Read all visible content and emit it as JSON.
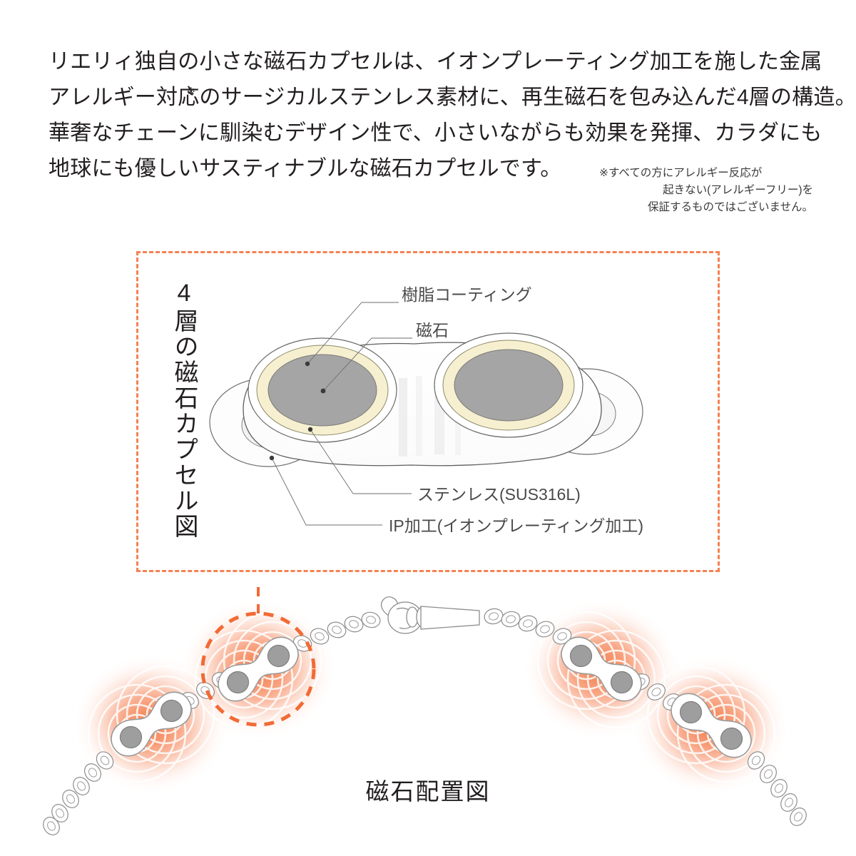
{
  "intro": {
    "lines": [
      "リエリィ独自の小さな磁石カプセルは、イオンプレーティング加工を施した金属",
      "アレルギー対応のサージカルステンレス素材に、再生磁石を包み込んだ4層の構造。",
      "華奢なチェーンに馴染むデザイン性で、小さいながらも効果を発揮、カラダにも",
      "地球にも優しいサスティナブルな磁石カプセルです。"
    ],
    "line1": "リエリィ独自の小さな磁石カプセルは、イオンプレーティング加工を施した金属",
    "line2_a": "アレルギー対応のサージカルステンレス素材に、再生磁石を包み込んだ4層の構造。",
    "line2_mark": "※",
    "line3": "華奢なチェーンに馴染むデザイン性で、小さいながらも効果を発揮、カラダにも",
    "line4": "地球にも優しいサスティナブルな磁石カプセルです。"
  },
  "footnote": {
    "line1": "※すべての方にアレルギー反応が",
    "line2": "起きない(アレルギーフリー)を",
    "line3": "保証するものではございません。"
  },
  "diagram": {
    "vertical_title": "4層の磁石カプセル図",
    "labels": {
      "resin": "樹脂コーティング",
      "magnet": "磁石",
      "steel": "ステンレス(SUS316L)",
      "ip": "IP加工(イオンプレーティング加工)"
    },
    "border_color": "#f58153",
    "colors": {
      "resin_ring": "#f6f0d0",
      "magnet_fill": "#a6a5a5",
      "outline": "#6b6b6b",
      "body_fill": "#ffffff"
    }
  },
  "bracelet": {
    "caption": "磁石配置図",
    "glow_color": "#f4713c",
    "capsule_count": 4,
    "magnet_fill": "#9e9e9e",
    "chain_outline": "#8d8d8d",
    "highlight_circle_color": "#f26a35"
  }
}
